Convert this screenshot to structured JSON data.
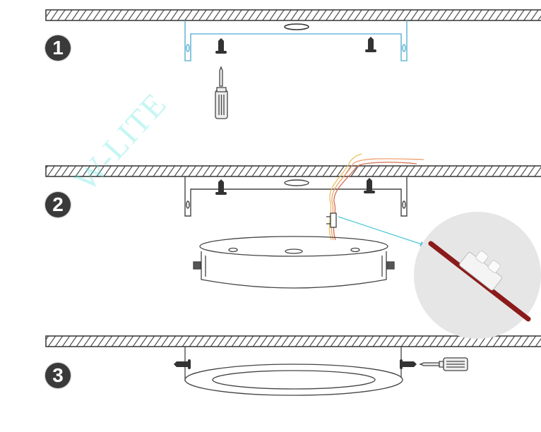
{
  "steps": [
    {
      "number": "1"
    },
    {
      "number": "2"
    },
    {
      "number": "3"
    }
  ],
  "watermark": "W-LITE",
  "colors": {
    "bracket_step1": "#6ab8d8",
    "outline": "#444444",
    "arrow": "#4cc6d6",
    "wire": "#8b1a1a",
    "watermark": "#5ae6dc"
  }
}
